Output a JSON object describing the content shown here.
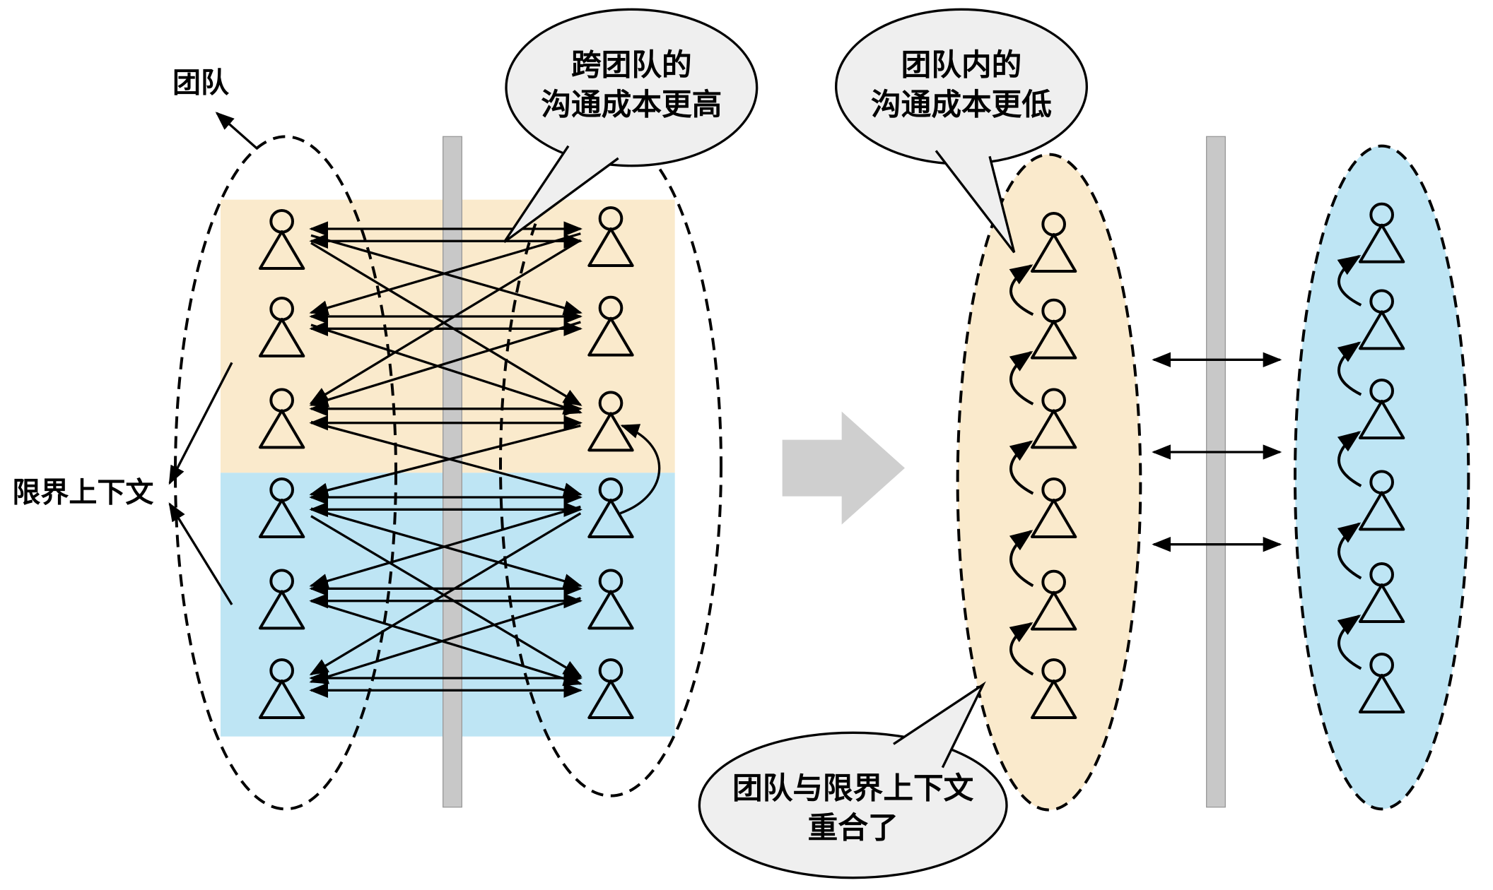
{
  "labels": {
    "team": "团队",
    "bounded_context": "限界上下文"
  },
  "bubbles": {
    "cross_team": {
      "line1": "跨团队的",
      "line2": "沟通成本更高"
    },
    "within_team": {
      "line1": "团队内的",
      "line2": "沟通成本更低"
    },
    "overlap": {
      "line1": "团队与限界上下文",
      "line2": "重合了"
    }
  },
  "colors": {
    "context_orange": "#FAEACC",
    "context_blue": "#BEE5F4",
    "bubble_fill": "#EFEFEF",
    "bar_gray": "#C8C8C8",
    "big_arrow_gray": "#CFCFCF",
    "stroke": "#000000"
  }
}
